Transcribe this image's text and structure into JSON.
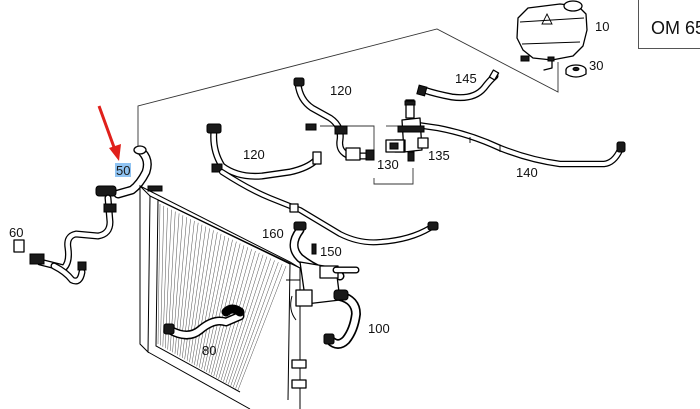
{
  "engine_label": "OM 65",
  "selected_part": "50",
  "callouts": {
    "p10": "10",
    "p30": "30",
    "p50": "50",
    "p60": "60",
    "p80": "80",
    "p100": "100",
    "p120a": "120",
    "p120b": "120",
    "p130": "130",
    "p135": "135",
    "p140": "140",
    "p145": "145",
    "p150": "150",
    "p160": "160"
  },
  "colors": {
    "highlight": "#8fc3f2",
    "pointer_arrow": "#e0201b"
  }
}
